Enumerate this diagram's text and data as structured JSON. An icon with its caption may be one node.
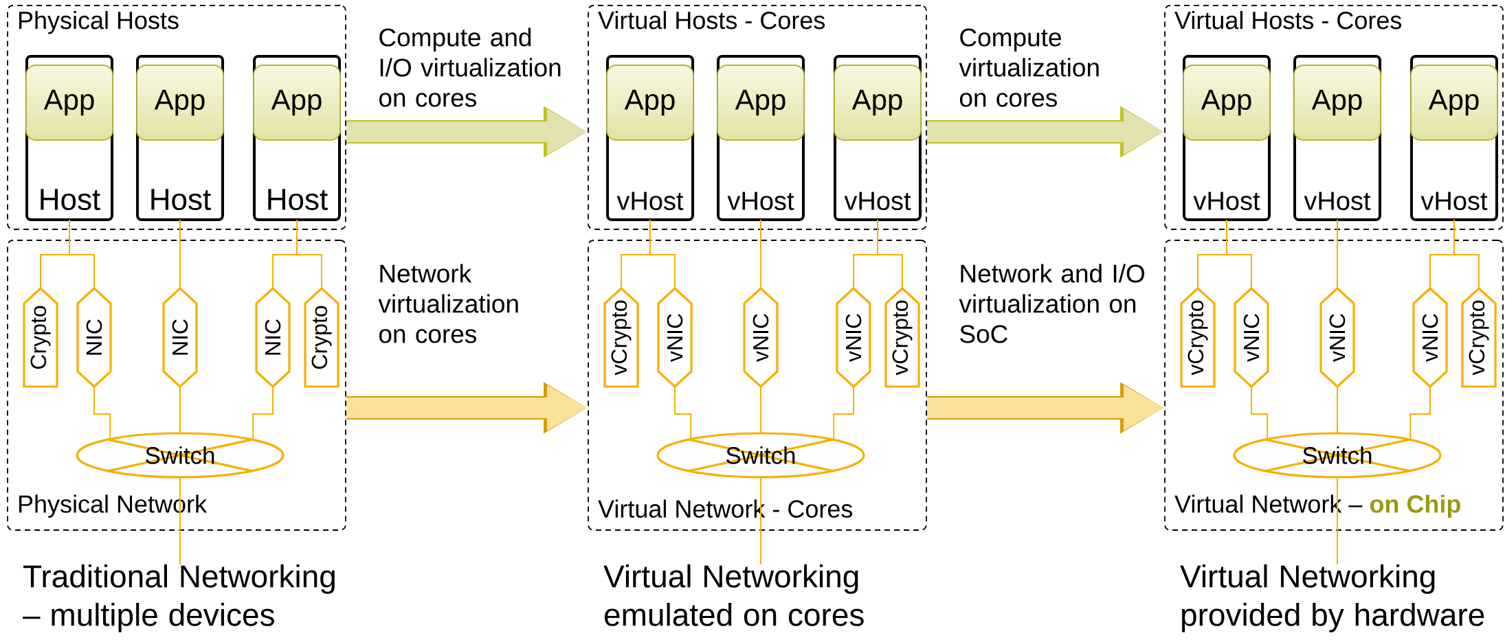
{
  "diagram": {
    "nodes": [
      {
        "text": [
          "Physical Hosts"
        ]
      },
      {
        "text": [
          "Host"
        ],
        "in": 0
      },
      {
        "text": [
          "App"
        ],
        "in": 1
      },
      {
        "text": [
          "Host"
        ],
        "in": 0
      },
      {
        "text": [
          "App"
        ],
        "in": 3
      },
      {
        "text": [
          "Host"
        ],
        "in": 0
      },
      {
        "text": [
          "App"
        ],
        "in": 5
      },
      {
        "text": [
          "Physical Network"
        ]
      },
      {
        "text": [
          "Crypto"
        ],
        "in": 7
      },
      {
        "text": [
          "NIC"
        ],
        "in": 7
      },
      {
        "text": [
          "NIC"
        ],
        "in": 7
      },
      {
        "text": [
          "NIC"
        ],
        "in": 7
      },
      {
        "text": [
          "Crypto"
        ],
        "in": 7
      },
      {
        "text": [
          "Switch"
        ],
        "in": 7
      },
      {
        "text": [
          "Traditional Networking – multiple devices"
        ]
      },
      {
        "text": [
          "Virtual Hosts - Cores"
        ]
      },
      {
        "text": [
          "vHost"
        ],
        "in": 15
      },
      {
        "text": [
          "App"
        ],
        "in": 16
      },
      {
        "text": [
          "vHost"
        ],
        "in": 15
      },
      {
        "text": [
          "App"
        ],
        "in": 18
      },
      {
        "text": [
          "vHost"
        ],
        "in": 15
      },
      {
        "text": [
          "App"
        ],
        "in": 20
      },
      {
        "text": [
          "Virtual Network - Cores"
        ]
      },
      {
        "text": [
          "vCrypto"
        ],
        "in": 22
      },
      {
        "text": [
          "vNIC"
        ],
        "in": 22
      },
      {
        "text": [
          "vNIC"
        ],
        "in": 22
      },
      {
        "text": [
          "vNIC"
        ],
        "in": 22
      },
      {
        "text": [
          "vCrypto"
        ],
        "in": 22
      },
      {
        "text": [
          "Switch"
        ],
        "in": 22
      },
      {
        "text": [
          "Virtual Networking emulated on cores"
        ]
      },
      {
        "text": [
          "Virtual Hosts - Cores"
        ]
      },
      {
        "text": [
          "vHost"
        ],
        "in": 30
      },
      {
        "text": [
          "App"
        ],
        "in": 31
      },
      {
        "text": [
          "vHost"
        ],
        "in": 30
      },
      {
        "text": [
          "App"
        ],
        "in": 33
      },
      {
        "text": [
          "vHost"
        ],
        "in": 30
      },
      {
        "text": [
          "App"
        ],
        "in": 35
      },
      {
        "text": [
          "Virtual Network – **on Chip**"
        ]
      },
      {
        "text": [
          "vCrypto"
        ],
        "in": 37
      },
      {
        "text": [
          "vNIC"
        ],
        "in": 37
      },
      {
        "text": [
          "vNIC"
        ],
        "in": 37
      },
      {
        "text": [
          "vNIC"
        ],
        "in": 37
      },
      {
        "text": [
          "vCrypto"
        ],
        "in": 37
      },
      {
        "text": [
          "Switch"
        ],
        "in": 37
      },
      {
        "text": [
          "Virtual Networking provided by hardware"
        ]
      }
    ],
    "edges": [
      {
        "from": 1,
        "to": 8,
        "arrow": "none"
      },
      {
        "from": 1,
        "to": 9,
        "arrow": "none"
      },
      {
        "from": 3,
        "to": 10,
        "arrow": "none"
      },
      {
        "from": 5,
        "to": 11,
        "arrow": "none"
      },
      {
        "from": 5,
        "to": 12,
        "arrow": "none"
      },
      {
        "from": 9,
        "to": 13,
        "arrow": "none"
      },
      {
        "from": 10,
        "to": 13,
        "arrow": "none"
      },
      {
        "from": 11,
        "to": 13,
        "arrow": "none"
      },
      {
        "from": 13,
        "to": 14,
        "arrow": "none"
      },
      {
        "from": 16,
        "to": 23,
        "arrow": "none"
      },
      {
        "from": 16,
        "to": 24,
        "arrow": "none"
      },
      {
        "from": 18,
        "to": 25,
        "arrow": "none"
      },
      {
        "from": 20,
        "to": 26,
        "arrow": "none"
      },
      {
        "from": 20,
        "to": 27,
        "arrow": "none"
      },
      {
        "from": 24,
        "to": 28,
        "arrow": "none"
      },
      {
        "from": 25,
        "to": 28,
        "arrow": "none"
      },
      {
        "from": 26,
        "to": 28,
        "arrow": "none"
      },
      {
        "from": 28,
        "to": 29,
        "arrow": "none"
      },
      {
        "from": 31,
        "to": 38,
        "arrow": "none"
      },
      {
        "from": 31,
        "to": 39,
        "arrow": "none"
      },
      {
        "from": 33,
        "to": 40,
        "arrow": "none"
      },
      {
        "from": 35,
        "to": 41,
        "arrow": "none"
      },
      {
        "from": 35,
        "to": 42,
        "arrow": "none"
      },
      {
        "from": 39,
        "to": 43,
        "arrow": "none"
      },
      {
        "from": 40,
        "to": 43,
        "arrow": "none"
      },
      {
        "from": 41,
        "to": 43,
        "arrow": "none"
      },
      {
        "from": 43,
        "to": 44,
        "arrow": "none"
      },
      {
        "from": 0,
        "to": 15,
        "arrow": "to",
        "label": "Compute and I/O virtualization on cores",
        "style": "thick",
        "color": "#e2e2b0"
      },
      {
        "from": 7,
        "to": 22,
        "arrow": "to",
        "label": "Network virtualization on cores",
        "style": "thick",
        "color": "#fbe29a"
      },
      {
        "from": 15,
        "to": 30,
        "arrow": "to",
        "label": "Compute virtualization on cores",
        "style": "thick",
        "color": "#e2e2b0"
      },
      {
        "from": 22,
        "to": 37,
        "arrow": "to",
        "label": "Network and I/O virtualization on SoC",
        "style": "thick",
        "color": "#fbe29a"
      }
    ]
  }
}
